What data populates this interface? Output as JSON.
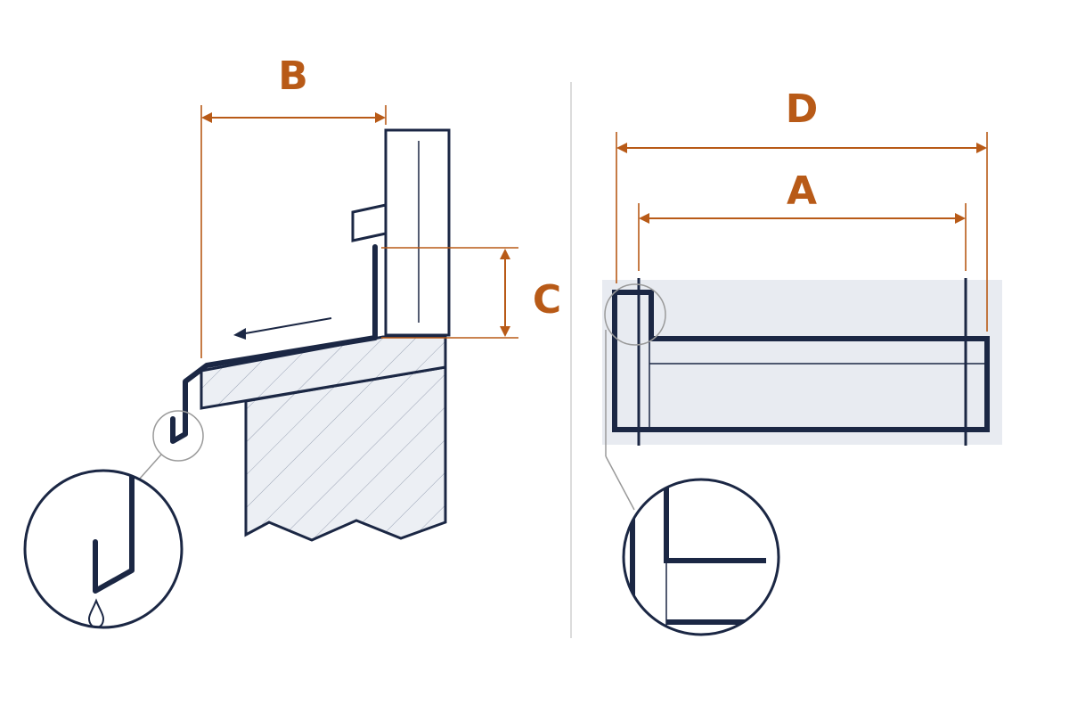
{
  "labels": {
    "b": "B",
    "c": "C",
    "d": "D",
    "a": "A"
  },
  "colors": {
    "outline": "#1b2744",
    "dimension": "#b85a17",
    "hatch_fill": "#eceff4",
    "hatch_line": "#9aa3b5",
    "shade": "#e8ebf1",
    "callout_ring": "#9a9a9a",
    "divider": "#dcdcdc"
  }
}
